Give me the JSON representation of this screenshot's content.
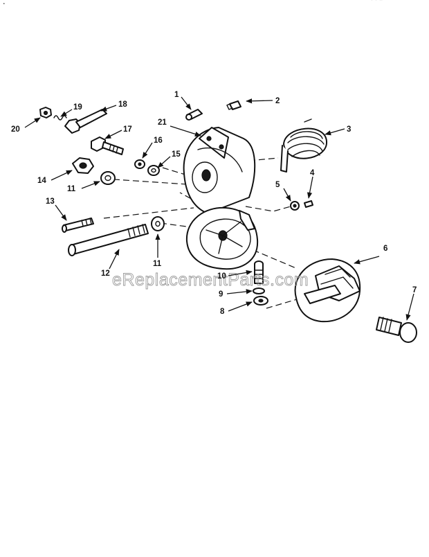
{
  "diagram": {
    "watermark": "eReplacementParts.com",
    "callouts": [
      {
        "id": "1",
        "text": "1"
      },
      {
        "id": "2",
        "text": "2"
      },
      {
        "id": "3",
        "text": "3"
      },
      {
        "id": "4",
        "text": "4"
      },
      {
        "id": "5",
        "text": "5"
      },
      {
        "id": "6",
        "text": "6"
      },
      {
        "id": "7",
        "text": "7"
      },
      {
        "id": "8",
        "text": "8"
      },
      {
        "id": "9",
        "text": "9"
      },
      {
        "id": "10",
        "text": "10"
      },
      {
        "id": "11a",
        "text": "11"
      },
      {
        "id": "11b",
        "text": "11"
      },
      {
        "id": "12",
        "text": "12"
      },
      {
        "id": "13",
        "text": "13"
      },
      {
        "id": "14",
        "text": "14"
      },
      {
        "id": "15",
        "text": "15"
      },
      {
        "id": "16",
        "text": "16"
      },
      {
        "id": "17",
        "text": "17"
      },
      {
        "id": "18",
        "text": "18"
      },
      {
        "id": "19",
        "text": "19"
      },
      {
        "id": "20",
        "text": "20"
      },
      {
        "id": "21",
        "text": "21"
      }
    ]
  }
}
